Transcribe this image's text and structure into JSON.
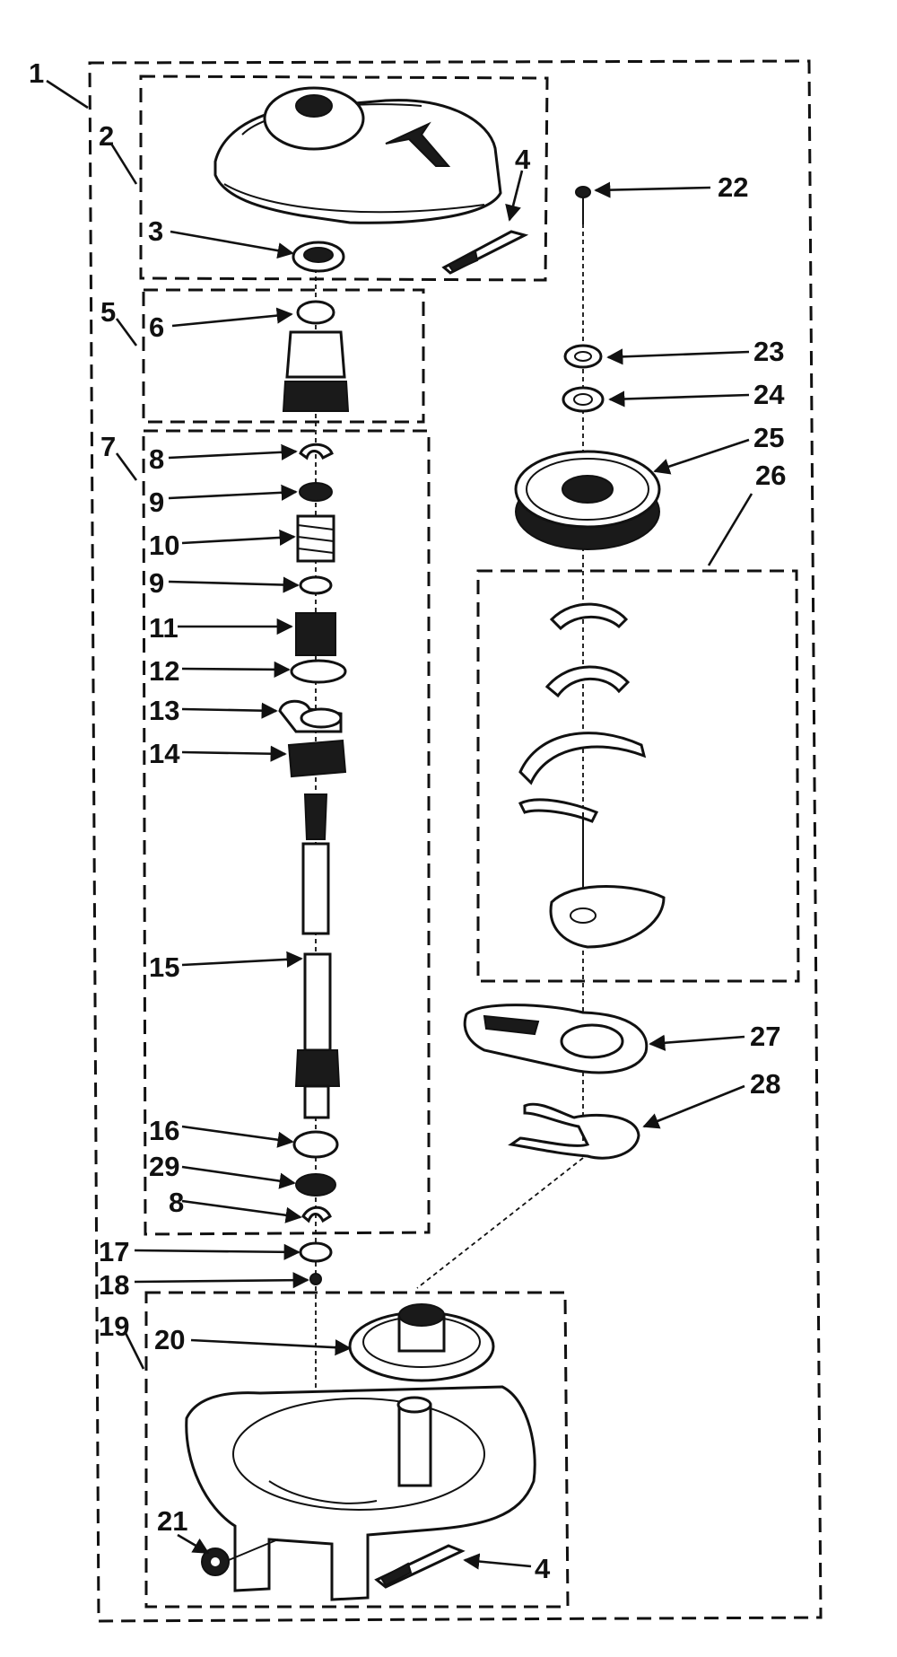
{
  "diagram": {
    "callouts": [
      {
        "id": "c1",
        "text": "1"
      },
      {
        "id": "c2",
        "text": "2"
      },
      {
        "id": "c3",
        "text": "3"
      },
      {
        "id": "c4a",
        "text": "4"
      },
      {
        "id": "c4b",
        "text": "4"
      },
      {
        "id": "c5",
        "text": "5"
      },
      {
        "id": "c6",
        "text": "6"
      },
      {
        "id": "c7",
        "text": "7"
      },
      {
        "id": "c8a",
        "text": "8"
      },
      {
        "id": "c8b",
        "text": "8"
      },
      {
        "id": "c9a",
        "text": "9"
      },
      {
        "id": "c9b",
        "text": "9"
      },
      {
        "id": "c10",
        "text": "10"
      },
      {
        "id": "c11",
        "text": "11"
      },
      {
        "id": "c12",
        "text": "12"
      },
      {
        "id": "c13",
        "text": "13"
      },
      {
        "id": "c14",
        "text": "14"
      },
      {
        "id": "c15",
        "text": "15"
      },
      {
        "id": "c16",
        "text": "16"
      },
      {
        "id": "c17",
        "text": "17"
      },
      {
        "id": "c18",
        "text": "18"
      },
      {
        "id": "c19",
        "text": "19"
      },
      {
        "id": "c20",
        "text": "20"
      },
      {
        "id": "c21",
        "text": "21"
      },
      {
        "id": "c22",
        "text": "22"
      },
      {
        "id": "c23",
        "text": "23"
      },
      {
        "id": "c24",
        "text": "24"
      },
      {
        "id": "c25",
        "text": "25"
      },
      {
        "id": "c26",
        "text": "26"
      },
      {
        "id": "c27",
        "text": "27"
      },
      {
        "id": "c28",
        "text": "28"
      },
      {
        "id": "c29",
        "text": "29"
      }
    ]
  }
}
